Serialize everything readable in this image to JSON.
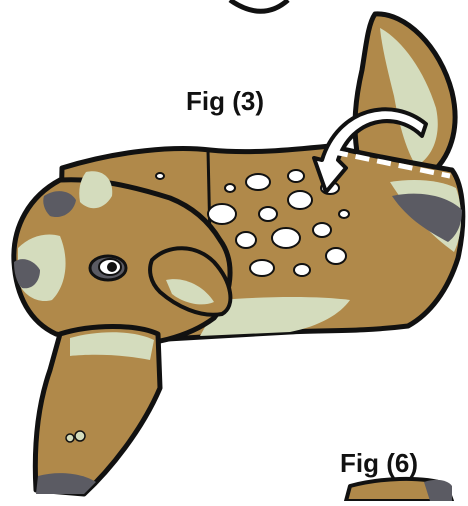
{
  "labels": {
    "fig3": "Fig (3)",
    "fig6": "Fig (6)"
  },
  "colors": {
    "outline": "#111111",
    "fur_tan": "#b0894a",
    "fur_light": "#d4dcbd",
    "fur_dark": "#5b5b63",
    "spots": "#ffffff",
    "fold_line": "#ffffff"
  },
  "icons": [
    "deer-head-papercraft",
    "fold-arrow",
    "ear-piece",
    "eye",
    "muzzle-mark"
  ]
}
